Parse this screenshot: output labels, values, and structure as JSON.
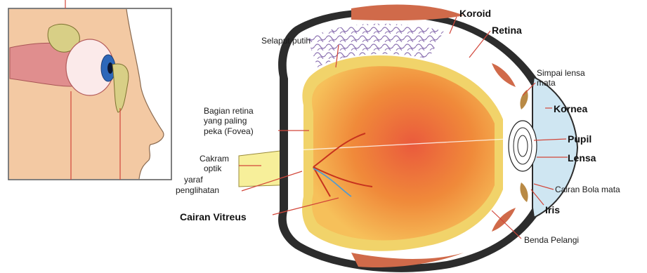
{
  "labels": {
    "koroid": "Koroid",
    "retina": "Retina",
    "selaput_putih": "Selaput putih",
    "simpai_lensa_1": "Simpai lensa",
    "simpai_lensa_2": "mata",
    "kornea": "Kornea",
    "bagian_retina_1": "Bagian retina",
    "bagian_retina_2": "yang paling",
    "bagian_retina_3": "peka  (Fovea)",
    "pupil": "Pupil",
    "cakram_1": "Cakram",
    "cakram_2": "optik",
    "lensa": "Lensa",
    "saraf_1": "yaraf",
    "saraf_2": "penglihatan",
    "cairan_bola_mata": "Cairan Bola mata",
    "iris": "Iris",
    "cairan_vitreus": "Cairan Vitreus",
    "benda_pelangi": "Benda Pelangi"
  },
  "colors": {
    "skin": "#f5b98a",
    "background_panel": "#f3c9a3",
    "sclera": "#ffffff",
    "retina_yellow": "#f1d36a",
    "vitreous_orange": "#f39a3a",
    "vitreous_red": "#e8543a",
    "cornea_blue": "#cfe6f2",
    "iris_brown": "#b98a45",
    "leader_red": "#d2463a",
    "nerve_yellow": "#f7ef9a"
  }
}
